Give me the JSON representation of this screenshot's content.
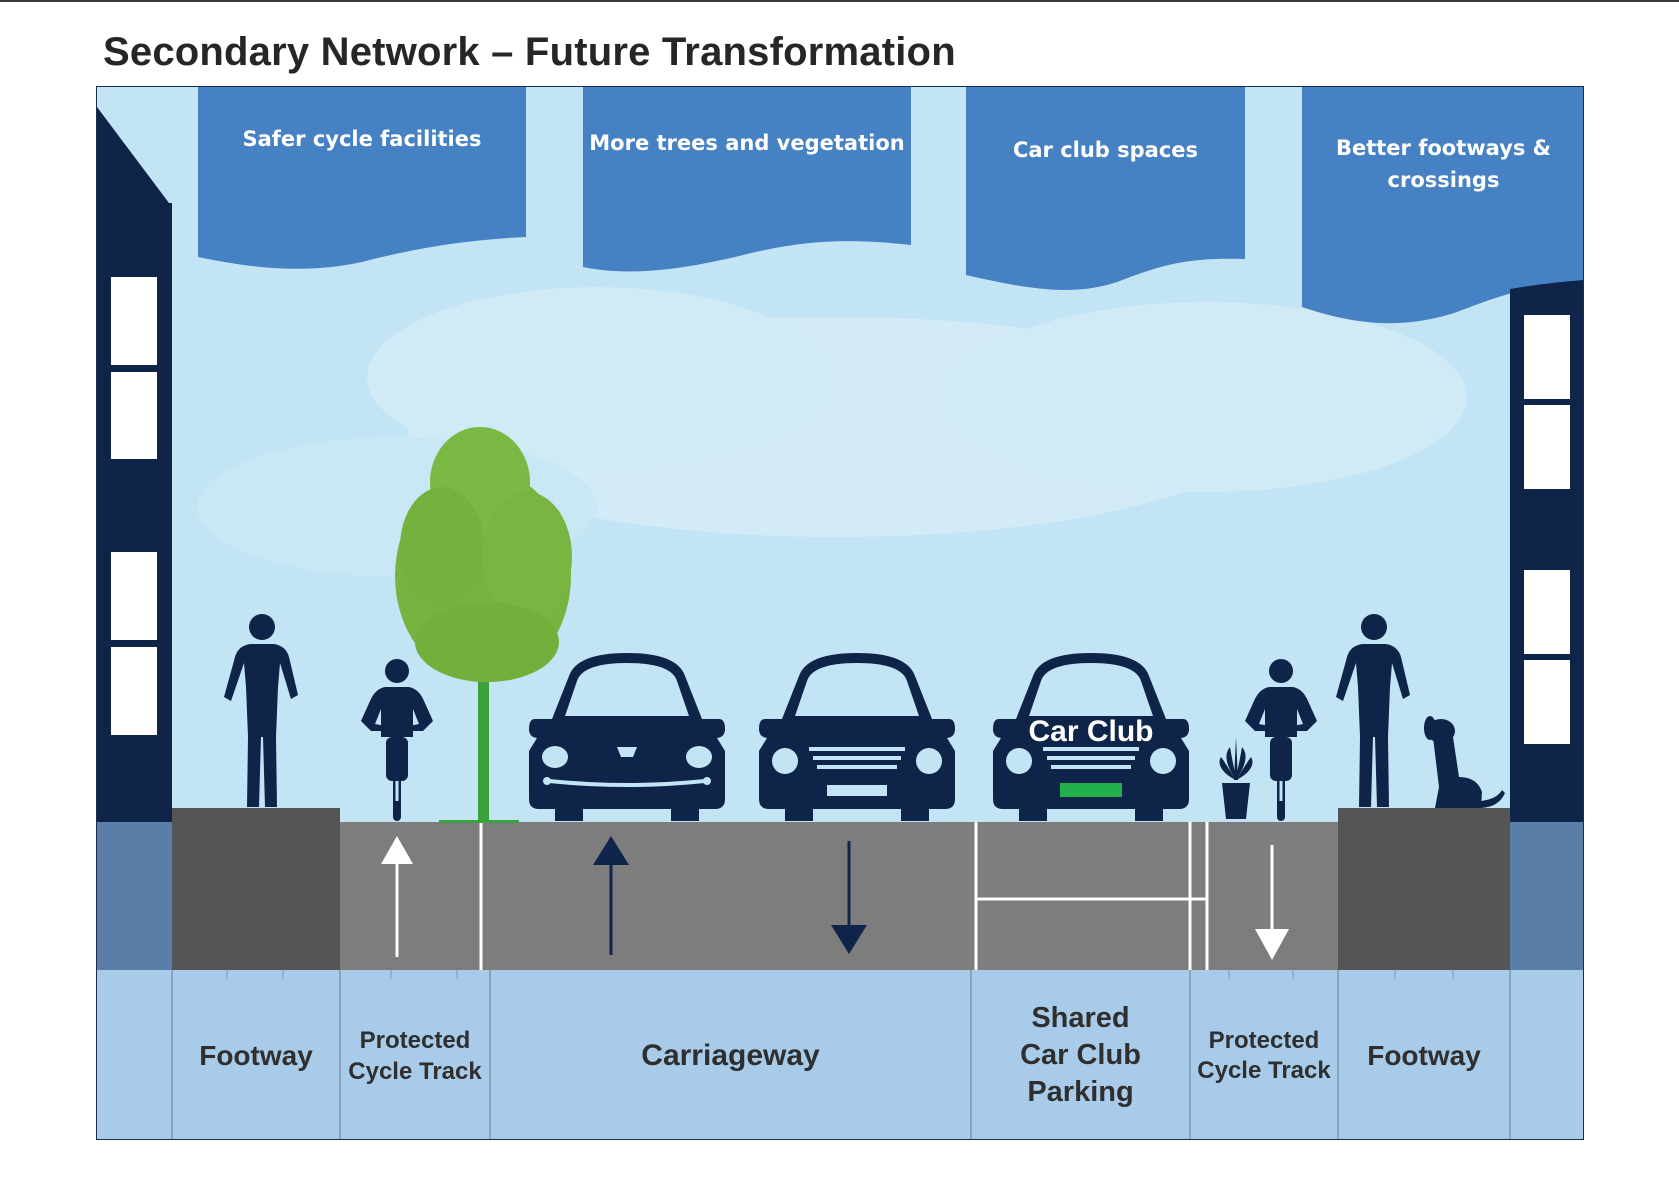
{
  "title": "Secondary Network – Future Transformation",
  "banners": [
    {
      "text": "Safer cycle facilities"
    },
    {
      "text": "More trees and vegetation"
    },
    {
      "text": "Car club spaces"
    },
    {
      "text": "Better footways & crossings"
    }
  ],
  "car_label": "Car Club",
  "zones": [
    {
      "label": "Footway"
    },
    {
      "label": "Protected\nCycle Track"
    },
    {
      "label": "Carriageway"
    },
    {
      "label": "Shared\nCar Club\nParking"
    },
    {
      "label": "Protected\nCycle Track"
    },
    {
      "label": "Footway"
    }
  ],
  "colors": {
    "sky": "#c3e4f4",
    "banner": "#4681c3",
    "building": "#0f2449",
    "road": "#7d7d7d",
    "footway": "#555555",
    "label_band": "#a9cbea",
    "tree": "#72b33f",
    "plate": "#22b04b"
  },
  "icons": [
    "person-icon",
    "cyclist-icon",
    "tree-icon",
    "car-icon",
    "planter-icon",
    "dog-icon",
    "direction-arrow-icon"
  ]
}
